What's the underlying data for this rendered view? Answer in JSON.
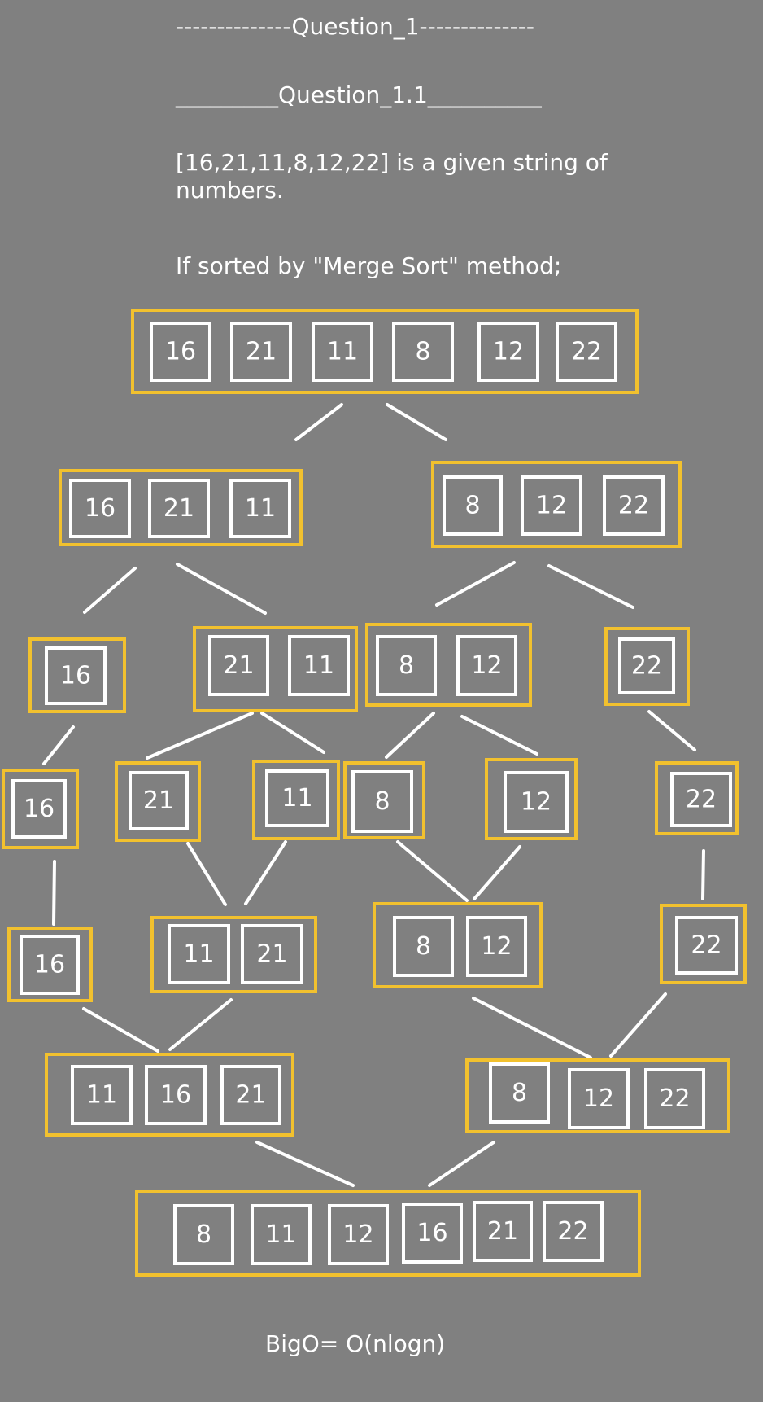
{
  "text": {
    "heading_1": "--------------Question_1--------------",
    "heading_1_1": "_________Question_1.1__________",
    "intro": "[16,21,11,8,12,22] is a given string of numbers.",
    "method": "If sorted by \"Merge Sort\" method;",
    "big_o": "BigO= O(nlogn)"
  },
  "colors": {
    "background": "#808080",
    "group_border": "#f2c12e",
    "cell_border": "#ffffff",
    "text": "#ffffff"
  },
  "groups": [
    {
      "id": "g-root",
      "values": [
        "16",
        "21",
        "11",
        "8",
        "12",
        "22"
      ]
    },
    {
      "id": "g-split-left",
      "values": [
        "16",
        "21",
        "11"
      ]
    },
    {
      "id": "g-split-right",
      "values": [
        "8",
        "12",
        "22"
      ]
    },
    {
      "id": "g-l3-16",
      "values": [
        "16"
      ]
    },
    {
      "id": "g-l3-21-11",
      "values": [
        "21",
        "11"
      ]
    },
    {
      "id": "g-l3-8-12",
      "values": [
        "8",
        "12"
      ]
    },
    {
      "id": "g-l3-22",
      "values": [
        "22"
      ]
    },
    {
      "id": "g-l4-16",
      "values": [
        "16"
      ]
    },
    {
      "id": "g-l4-21",
      "values": [
        "21"
      ]
    },
    {
      "id": "g-l4-11",
      "values": [
        "11"
      ]
    },
    {
      "id": "g-l4-8",
      "values": [
        "8"
      ]
    },
    {
      "id": "g-l4-12",
      "values": [
        "12"
      ]
    },
    {
      "id": "g-l4-22",
      "values": [
        "22"
      ]
    },
    {
      "id": "g-l5-16",
      "values": [
        "16"
      ]
    },
    {
      "id": "g-l5-11-21",
      "values": [
        "11",
        "21"
      ]
    },
    {
      "id": "g-l5-8-12",
      "values": [
        "8",
        "12"
      ]
    },
    {
      "id": "g-l5-22",
      "values": [
        "22"
      ]
    },
    {
      "id": "g-l6-left",
      "values": [
        "11",
        "16",
        "21"
      ]
    },
    {
      "id": "g-l6-right",
      "values": [
        "8",
        "12",
        "22"
      ]
    },
    {
      "id": "g-sorted",
      "values": [
        "8",
        "11",
        "12",
        "16",
        "21",
        "22"
      ]
    }
  ]
}
